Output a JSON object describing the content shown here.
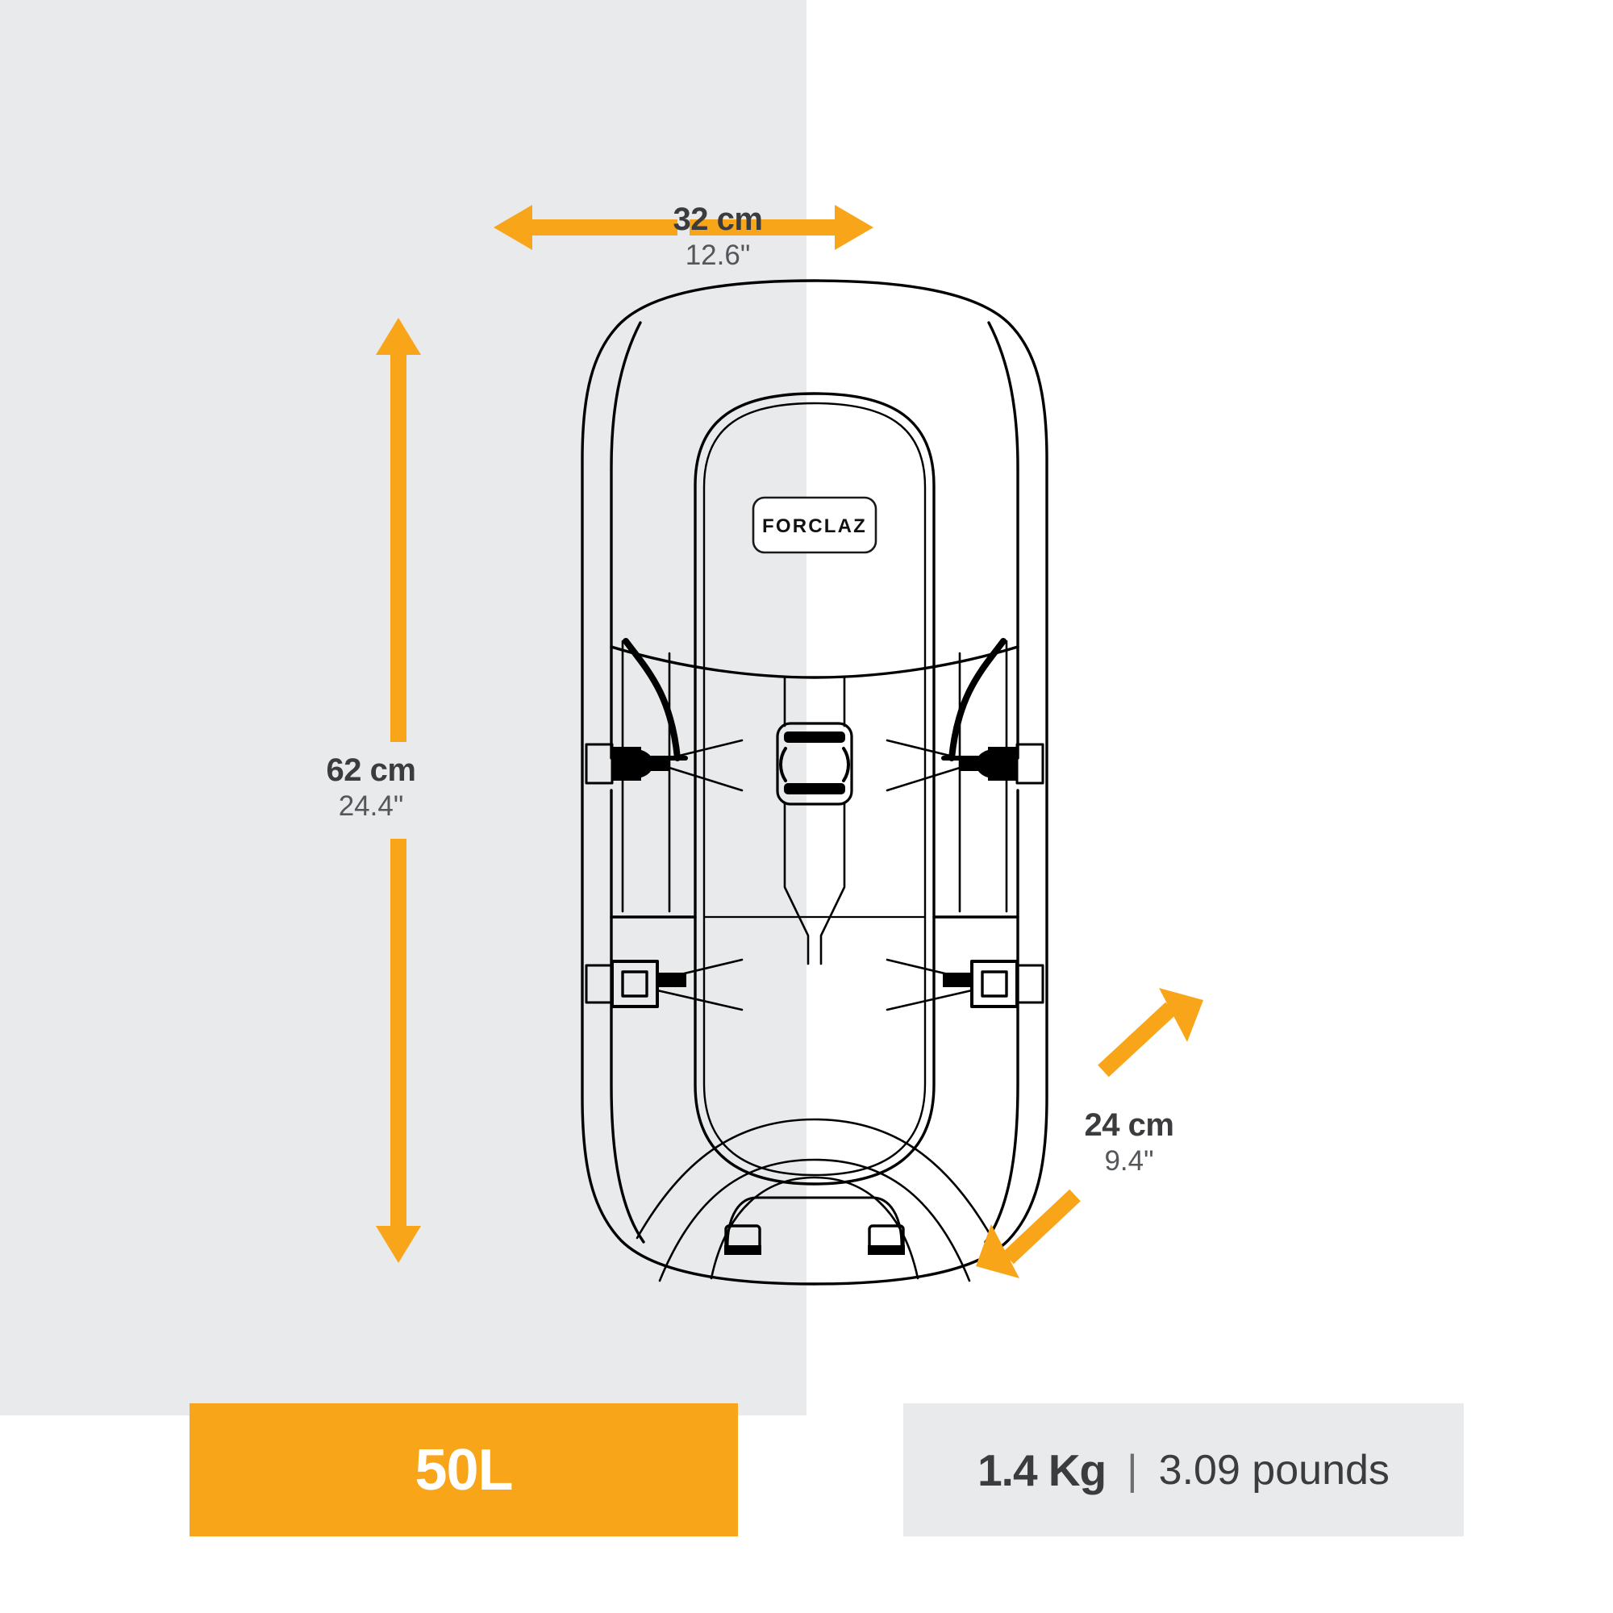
{
  "background": {
    "left_panel_color": "#e9eaeb",
    "right_panel_color": "#ffffff",
    "accent_color": "#f9a51a",
    "text_color": "#3b3c3e"
  },
  "product": {
    "type": "backpack",
    "brand_label": "FORCLAZ"
  },
  "dimensions": {
    "width": {
      "metric": "32 cm",
      "imperial": "12.6\"",
      "orientation": "horizontal"
    },
    "height": {
      "metric": "62 cm",
      "imperial": "24.4\"",
      "orientation": "vertical"
    },
    "depth": {
      "metric": "24 cm",
      "imperial": "9.4\"",
      "orientation": "diagonal"
    }
  },
  "specs": {
    "volume": {
      "value": "50L"
    },
    "weight": {
      "metric": "1.4 Kg",
      "separator": "|",
      "imperial": "3.09 pounds"
    }
  }
}
